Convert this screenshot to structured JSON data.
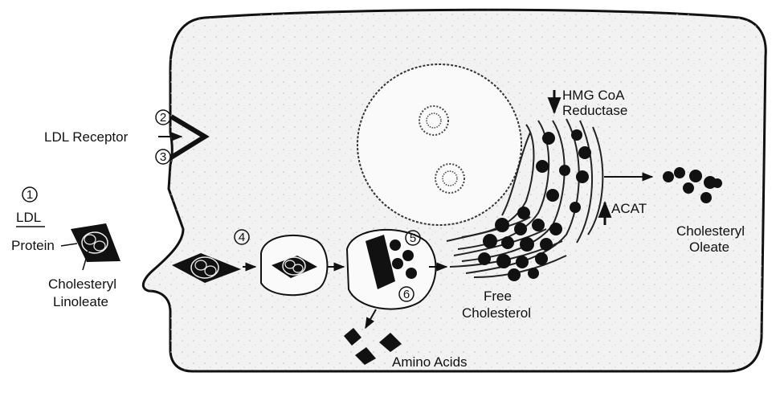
{
  "diagram": {
    "labels": {
      "ldl_receptor": "LDL Receptor",
      "ldl": "LDL",
      "protein": "Protein",
      "cholesteryl_linoleate_1": "Cholesteryl",
      "cholesteryl_linoleate_2": "Linoleate",
      "hmg_coa_1": "HMG CoA",
      "hmg_coa_2": "Reductase",
      "acat": "ACAT",
      "cholesteryl_oleate_1": "Cholesteryl",
      "cholesteryl_oleate_2": "Oleate",
      "free_cholesterol_1": "Free",
      "free_cholesterol_2": "Cholesterol",
      "amino_acids": "Amino Acids"
    },
    "steps": [
      "1",
      "2",
      "3",
      "4",
      "5",
      "6"
    ],
    "regulation": {
      "hmg_coa_reductase": "down",
      "acat": "up"
    }
  }
}
